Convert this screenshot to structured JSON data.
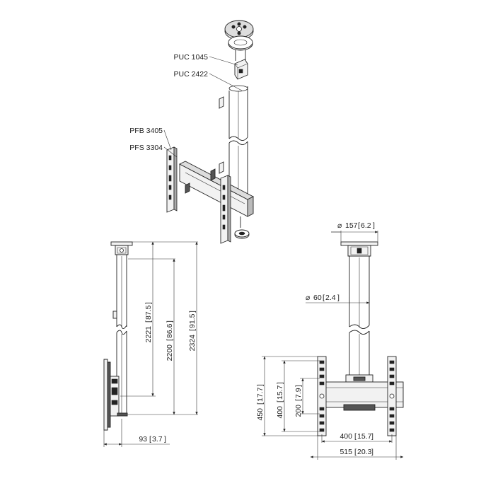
{
  "callouts": {
    "puc1045": "PUC 1045",
    "puc2422": "PUC 2422",
    "pfb3405": "PFB 3405",
    "pfs3304": "PFS 3304"
  },
  "side_view": {
    "dim_2221": {
      "mm": "2221",
      "in": "87.5"
    },
    "dim_2200": {
      "mm": "2200",
      "in": "86.6"
    },
    "dim_2324": {
      "mm": "2324",
      "in": "91.5"
    },
    "dim_93": {
      "mm": "93",
      "in": "3.7"
    }
  },
  "front_view": {
    "dim_d157": {
      "symbol": "⌀",
      "mm": "157",
      "in": "6.2"
    },
    "dim_d60": {
      "symbol": "⌀",
      "mm": "60",
      "in": "2.4"
    },
    "dim_450": {
      "mm": "450",
      "in": "17.7"
    },
    "dim_400v": {
      "mm": "400",
      "in": "15.7"
    },
    "dim_200": {
      "mm": "200",
      "in": "7.9"
    },
    "dim_400h": {
      "mm": "400",
      "in": "15.7"
    },
    "dim_515": {
      "mm": "515",
      "in": "20.3"
    }
  }
}
